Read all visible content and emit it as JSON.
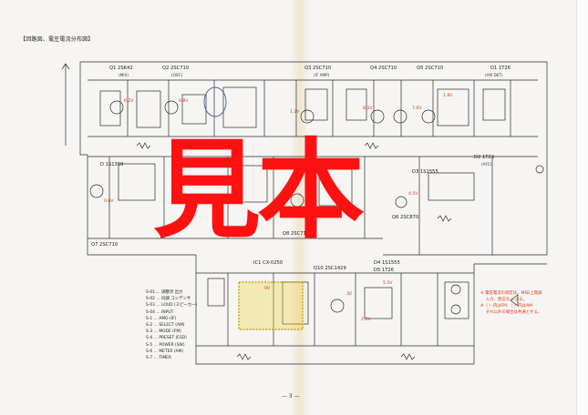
{
  "title": "【回路図、電圧電流分布図】",
  "watermark": "見本",
  "page_number": "— 3 —",
  "transistors": {
    "q1": "Q1 2SK42",
    "q2": "Q2 2SC710",
    "q3": "Q3 2SC710",
    "q4": "Q4 2SC710",
    "q5": "Q5 2SC710",
    "d1": "D1 1T26",
    "d2": "D2 1T23",
    "d3": "D3 1S1555",
    "q6": "Q6 2SC870",
    "q7": "Q7 2SC710",
    "q8": "Q8 2SC710",
    "ic": "IC1 CX-0250",
    "q10": "Q10 2SC1429",
    "d4": "D4 1S1555",
    "d5": "D5 1T26",
    "d6": "D 1S1350",
    "mix": "(MIX)",
    "osc": "(OSC)",
    "ifamp": "(IF AMP)",
    "det": "(AM DET)",
    "afc": "(AFC)"
  },
  "legend": [
    "S-01 … 調整済 出力",
    "S-02 … 同調 コンデンサ",
    "S-03 … LOUD (スピーカー)",
    "S-04 … INPUT",
    "S-1 … AMO (IF)",
    "S-2 … SELECT (AM)",
    "S-3 … MODE (FM)",
    "S-4 … PRESET (ESD)",
    "S-5 … POWER (SW)",
    "S-6 … METER (AM)",
    "S-7 … TIMER"
  ],
  "notes": [
    "※ 電圧電流の測定は、MSB上無調",
    "　 入力、無信号 による。",
    "※（ ）内はFM、〔 〕内はAM",
    "　 それ以外の場合は共通とする。"
  ],
  "red_values": [
    "6.2V",
    "0.8V",
    "1.2V",
    "8.3V",
    "7.6V",
    "1.8V",
    "4.5V",
    "9V",
    "3V",
    "5.5V",
    "0.6V",
    "2.5V"
  ]
}
